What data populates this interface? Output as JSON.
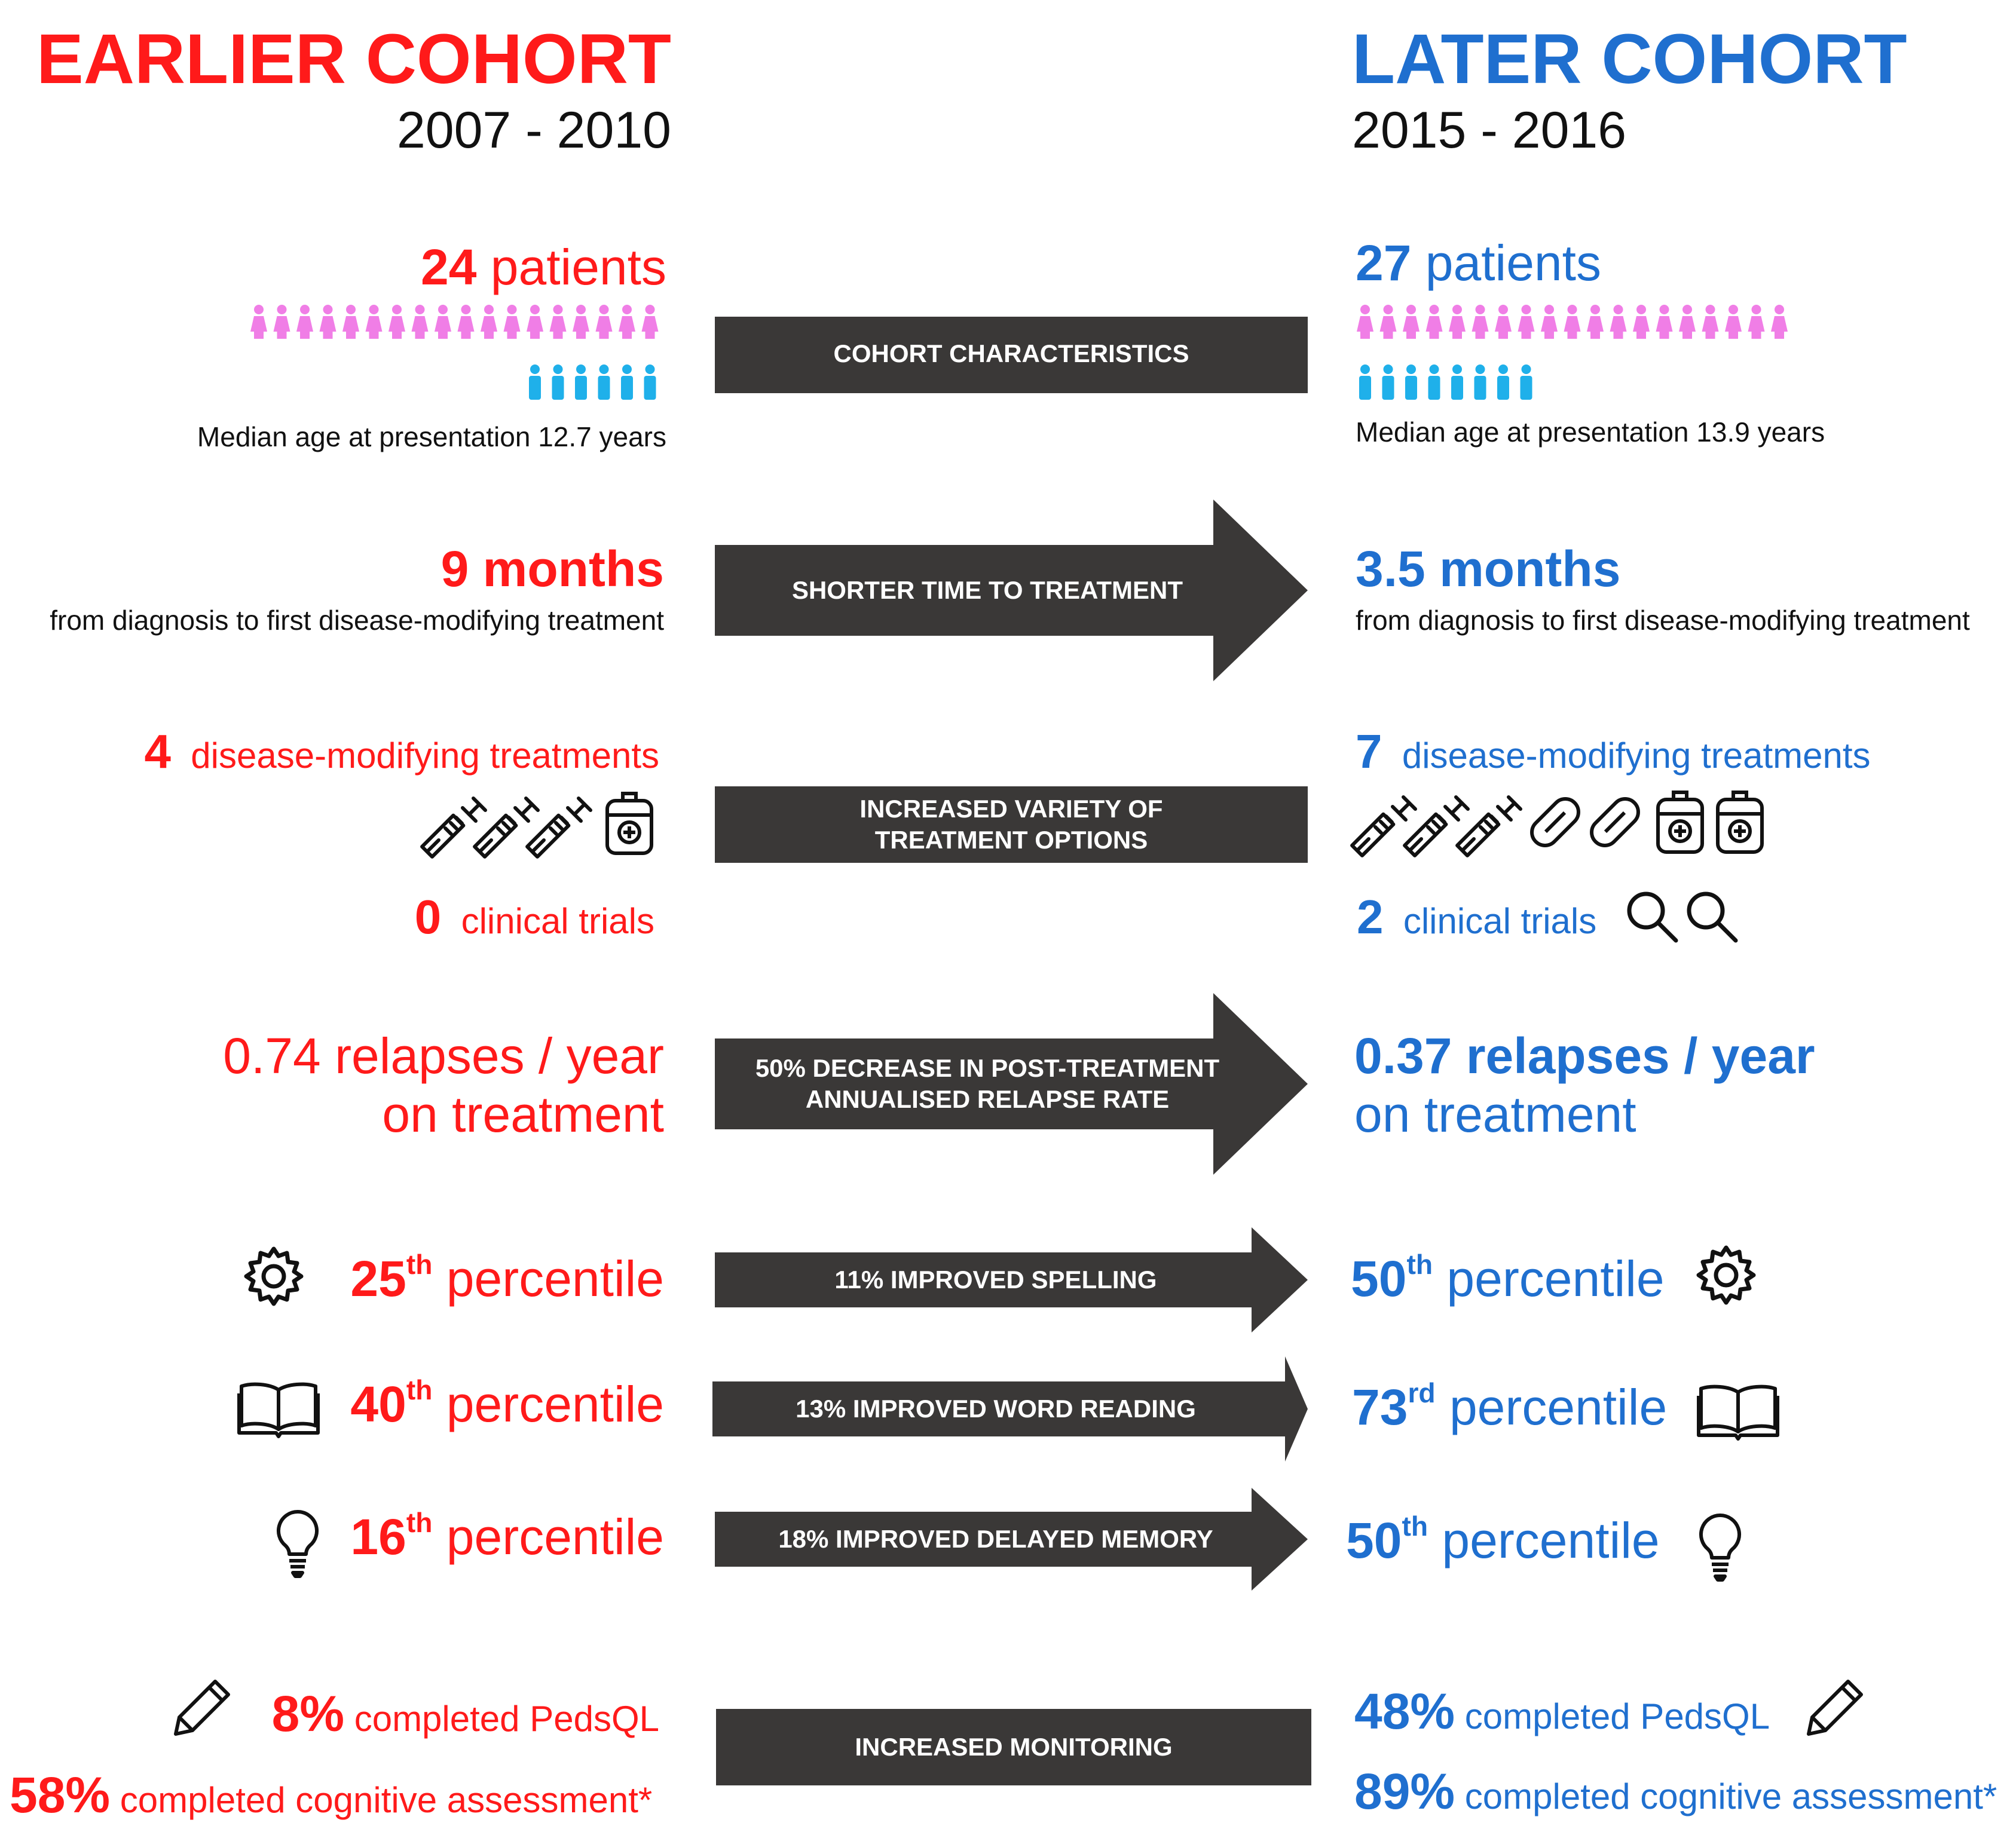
{
  "left": {
    "title": "EARLIER COHORT",
    "years": "2007 - 2010",
    "patients_num": "24",
    "patients_word": "patients",
    "female_icons": 18,
    "male_icons": 6,
    "median_age": "Median age at presentation 12.7 years",
    "time_value": "9 months",
    "time_desc": "from diagnosis to first disease-modifying treatment",
    "dmt_num": "4",
    "dmt_text": "disease-modifying treatments",
    "trials_num": "0",
    "trials_text": "clinical trials",
    "relapse_line1": "0.74 relapses / year",
    "relapse_line2": "on treatment",
    "spelling_num": "25",
    "spelling_sup": "th",
    "reading_num": "40",
    "reading_sup": "th",
    "memory_num": "16",
    "memory_sup": "th",
    "percentile_word": "percentile",
    "pedsql_pct": "8%",
    "pedsql_text": "completed PedsQL",
    "cog_pct": "58%",
    "cog_text": "completed cognitive assessment*"
  },
  "right": {
    "title": "LATER COHORT",
    "years": "2015 - 2016",
    "patients_num": "27",
    "patients_word": "patients",
    "female_icons": 19,
    "male_icons": 8,
    "median_age": "Median age at presentation 13.9 years",
    "time_value": "3.5 months",
    "time_desc": "from diagnosis to first disease-modifying treatment",
    "dmt_num": "7",
    "dmt_text": "disease-modifying treatments",
    "trials_num": "2",
    "trials_text": "clinical trials",
    "relapse_line1": "0.37 relapses / year",
    "relapse_line2": "on treatment",
    "spelling_num": "50",
    "spelling_sup": "th",
    "reading_num": "73",
    "reading_sup": "rd",
    "memory_num": "50",
    "memory_sup": "th",
    "percentile_word": "percentile",
    "pedsql_pct": "48%",
    "pedsql_text": "completed PedsQL",
    "cog_pct": "89%",
    "cog_text": "completed cognitive assessment*"
  },
  "banners": {
    "cohort": "COHORT CHARACTERISTICS",
    "time": "SHORTER TIME TO TREATMENT",
    "variety_1": "INCREASED VARIETY OF",
    "variety_2": "TREATMENT OPTIONS",
    "relapse_1": "50% DECREASE IN POST-TREATMENT",
    "relapse_2": "ANNUALISED RELAPSE RATE",
    "spelling": "11% IMPROVED SPELLING",
    "reading": "13% IMPROVED WORD READING",
    "memory": "18% IMPROVED DELAYED MEMORY",
    "monitoring": "INCREASED MONITORING"
  },
  "icons": {
    "left_treatments": [
      "syringe-icon",
      "syringe-icon",
      "syringe-icon",
      "infusion-bag-icon"
    ],
    "right_treatments": [
      "syringe-icon",
      "syringe-icon",
      "syringe-icon",
      "capsule-icon",
      "capsule-icon",
      "infusion-bag-icon",
      "infusion-bag-icon"
    ],
    "right_trials": [
      "magnifier-icon",
      "magnifier-icon"
    ]
  },
  "colors": {
    "earlier": "#ff1a1a",
    "later": "#1f6fcf",
    "female": "#f07ee6",
    "male": "#1fb0ea",
    "banner": "#3a3837"
  }
}
